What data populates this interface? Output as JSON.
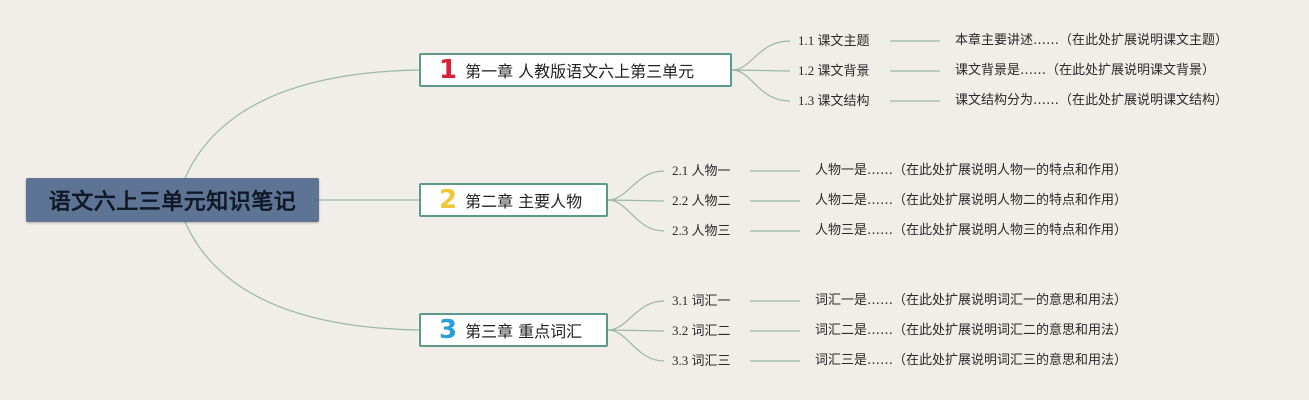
{
  "root": {
    "label": "语文六上三单元知识笔记"
  },
  "chapters": [
    {
      "number": "1",
      "title": "第一章 人教版语文六上第三单元",
      "color": "#d9233a",
      "items": [
        {
          "label": "1.1 课文主题",
          "desc": "本章主要讲述……（在此处扩展说明课文主题）"
        },
        {
          "label": "1.2 课文背景",
          "desc": "课文背景是……（在此处扩展说明课文背景）"
        },
        {
          "label": "1.3 课文结构",
          "desc": "课文结构分为……（在此处扩展说明课文结构）"
        }
      ]
    },
    {
      "number": "2",
      "title": "第二章 主要人物",
      "color": "#f0c73a",
      "items": [
        {
          "label": "2.1 人物一",
          "desc": "人物一是……（在此处扩展说明人物一的特点和作用）"
        },
        {
          "label": "2.2 人物二",
          "desc": "人物二是……（在此处扩展说明人物二的特点和作用）"
        },
        {
          "label": "2.3 人物三",
          "desc": "人物三是……（在此处扩展说明人物三的特点和作用）"
        }
      ]
    },
    {
      "number": "3",
      "title": "第三章 重点词汇",
      "color": "#2a9fd8",
      "items": [
        {
          "label": "3.1 词汇一",
          "desc": "词汇一是……（在此处扩展说明词汇一的意思和用法）"
        },
        {
          "label": "3.2 词汇二",
          "desc": "词汇二是……（在此处扩展说明词汇二的意思和用法）"
        },
        {
          "label": "3.3 词汇三",
          "desc": "词汇三是……（在此处扩展说明词汇三的意思和用法）"
        }
      ]
    }
  ]
}
